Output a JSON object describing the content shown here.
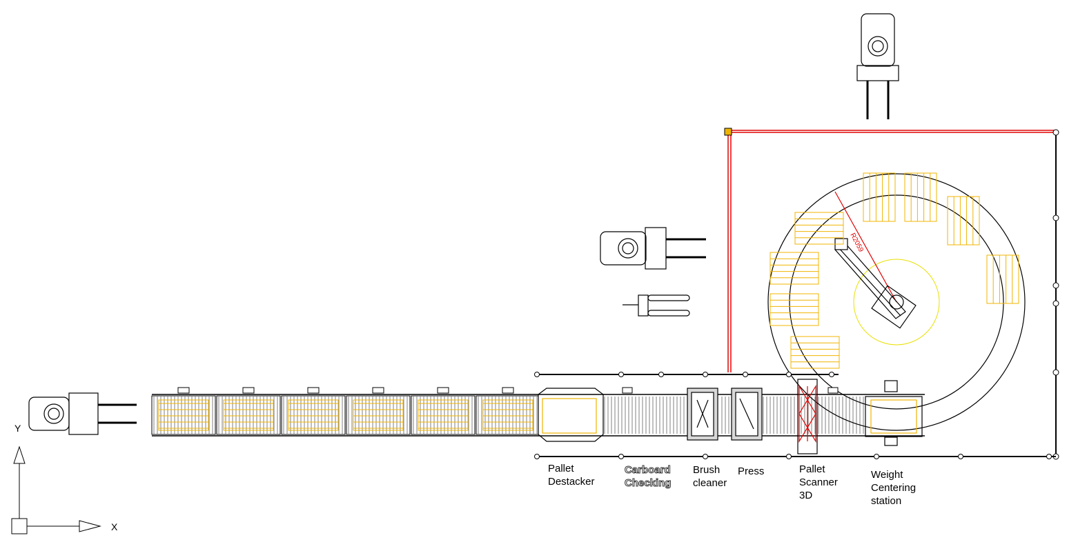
{
  "colors": {
    "line": "#000000",
    "pallet": "#f0b400",
    "fence": "#e00000",
    "robot_zone": "#e8e000",
    "scanner": "#e00000"
  },
  "labels": {
    "pallet_destacker": [
      "Pallet",
      "Destacker"
    ],
    "carboard_checking": [
      "Carboard",
      "Checking"
    ],
    "brush_cleaner": [
      "Brush",
      "cleaner"
    ],
    "press": [
      "Press"
    ],
    "pallet_scanner": [
      "Pallet",
      "Scanner",
      "3D"
    ],
    "weight_centering": [
      "Weight",
      "Centering",
      "station"
    ]
  },
  "dimension": {
    "radius_label": "R2059"
  },
  "axes": {
    "x_label": "X",
    "y_label": "Y"
  }
}
